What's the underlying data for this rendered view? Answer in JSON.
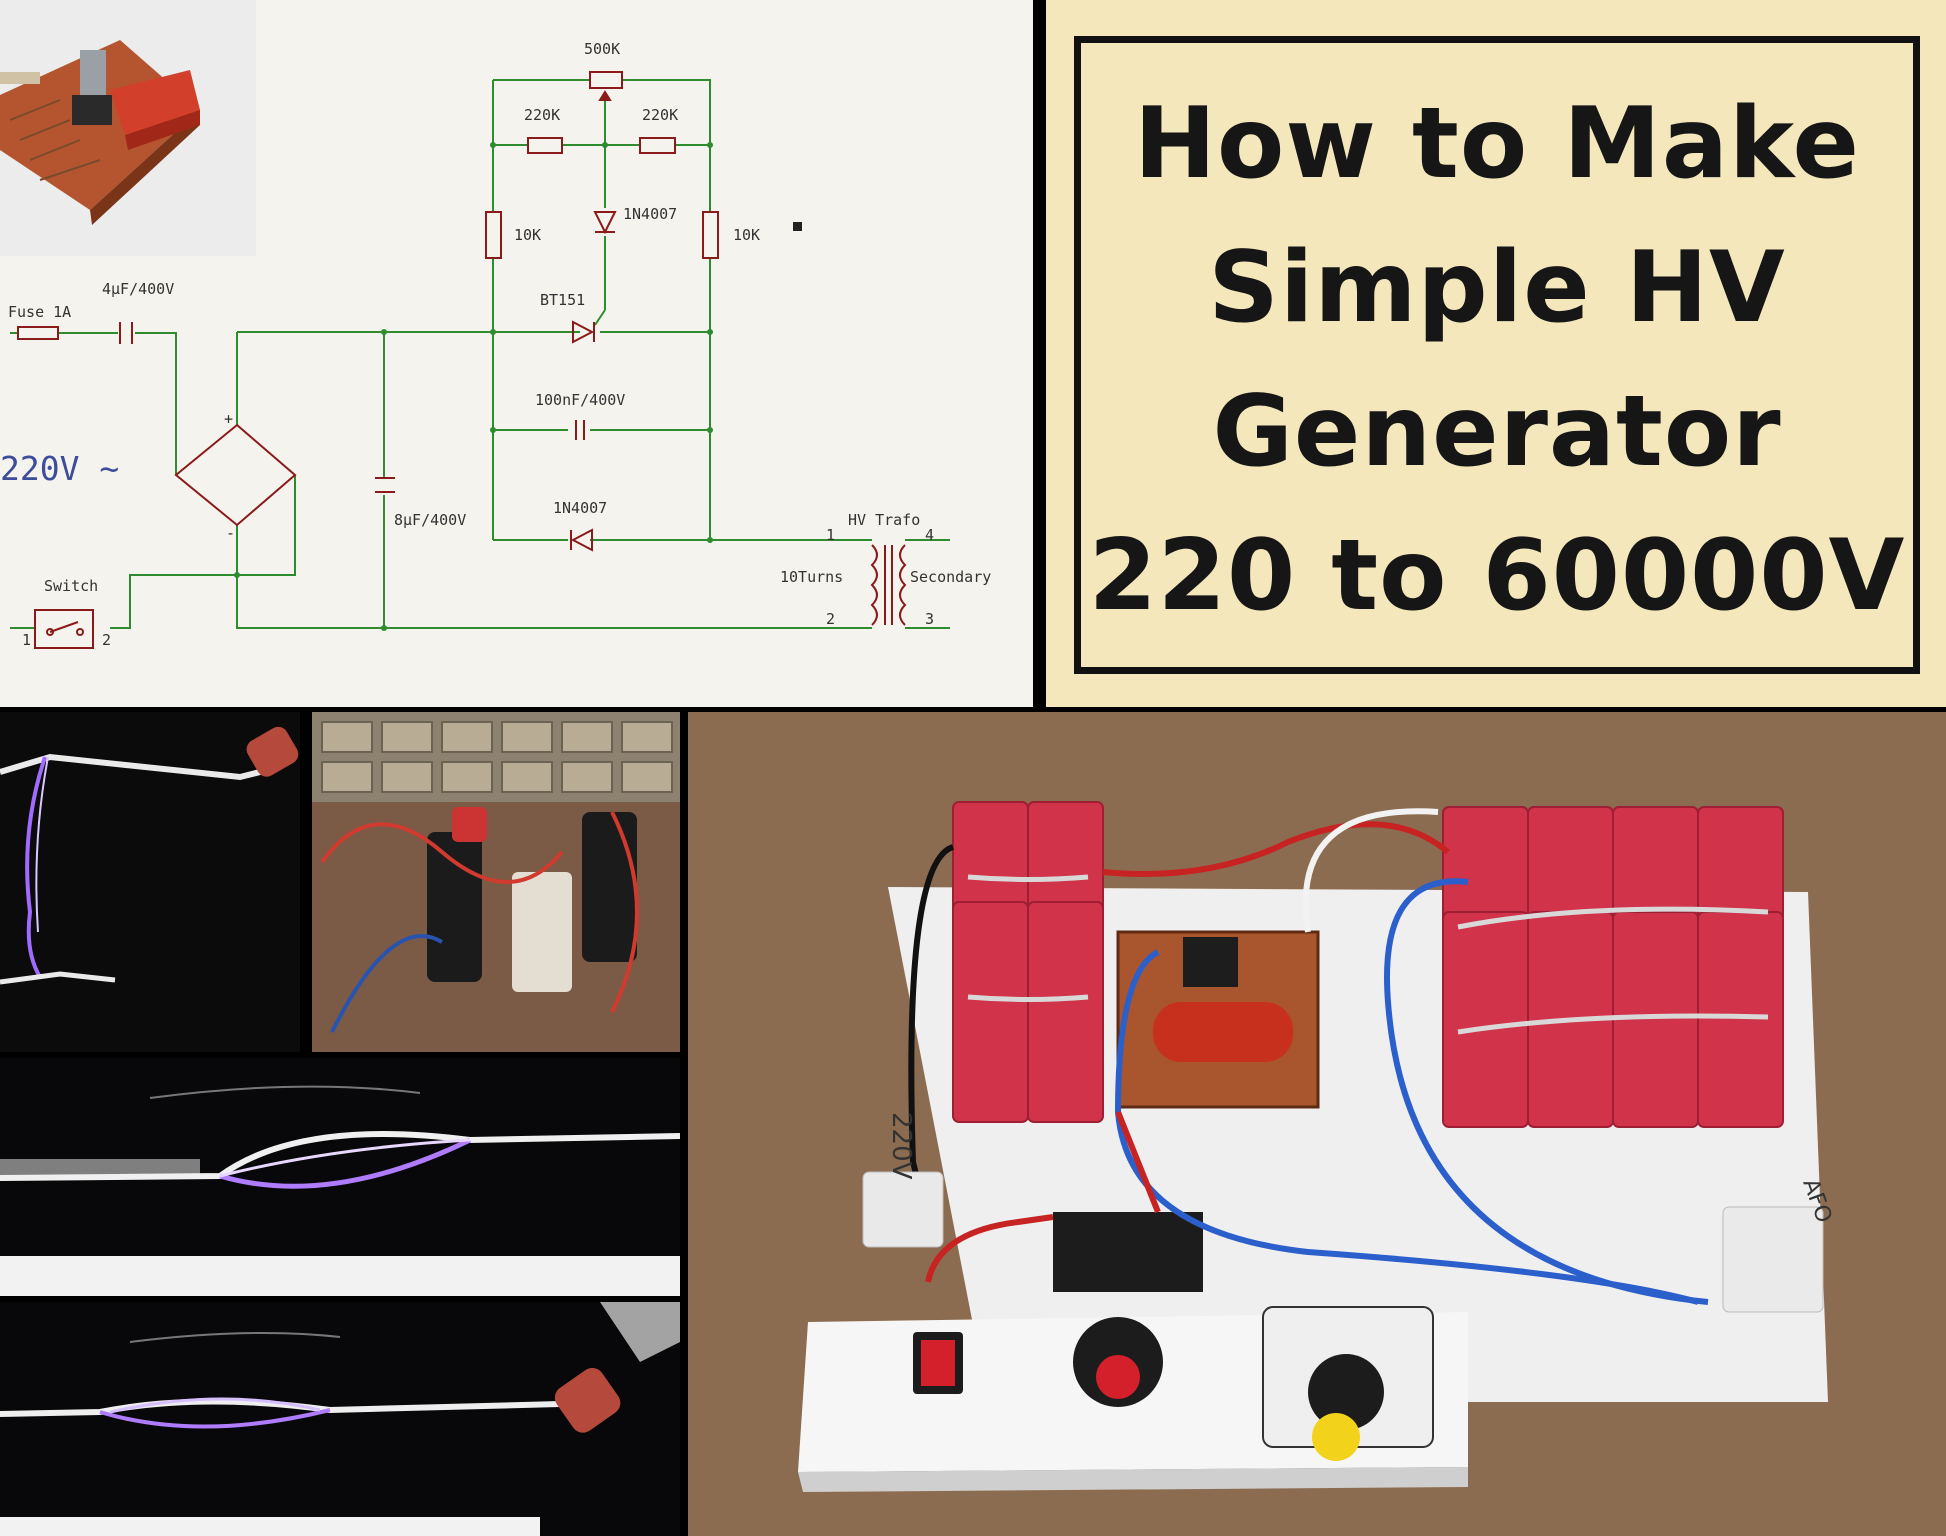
{
  "title": {
    "line1": "How to Make",
    "line2": "Simple HV",
    "line3": "Generator",
    "line4": "220 to 60000V"
  },
  "schematic": {
    "labels": {
      "pot": "500K",
      "r220_left": "220K",
      "r220_right": "220K",
      "r10k_left": "10K",
      "r10k_right": "10K",
      "diode_top": "1N4007",
      "scr": "BT151",
      "cap_100n": "100nF/400V",
      "diode_bottom": "1N4007",
      "fuse": "Fuse 1A",
      "cap_4u": "4µF/400V",
      "input": "220V ~",
      "cap_8u": "8µF/400V",
      "switch": "Switch",
      "sw_pin1": "1",
      "sw_pin2": "2",
      "trafo": "HV Trafo",
      "turns": "10Turns",
      "secondary": "Secondary",
      "pin1": "1",
      "pin2": "2",
      "pin3": "3",
      "pin4": "4",
      "bridge_plus": "+",
      "bridge_minus": "-"
    },
    "wire_color": "#2e8b2e",
    "component_color": "#8b1a1a"
  },
  "photo": {
    "board_label": "220V",
    "out_label": "AFO"
  }
}
